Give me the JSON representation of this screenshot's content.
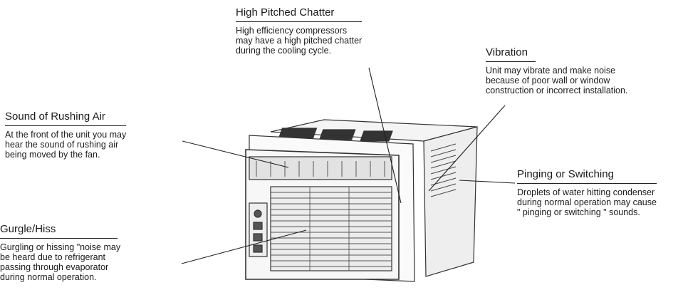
{
  "callouts": {
    "chatter": {
      "heading": "High Pitched Chatter",
      "description": "High efficiency compressors\nmay have a high pitched chatter\nduring the cooling cycle."
    },
    "vibration": {
      "heading": "Vibration",
      "description": "Unit may vibrate and make noise\nbecause of poor wall or window\nconstruction or incorrect installation."
    },
    "rushing_air": {
      "heading": "Sound of Rushing Air",
      "description": "At the front of the unit you may\nhear the sound of rushing air\nbeing moved by the fan."
    },
    "pinging": {
      "heading": "Pinging or Switching",
      "description": "Droplets of water hitting condenser\nduring normal operation may cause\n\" pinging or switching \" sounds."
    },
    "gurgle": {
      "heading": "Gurgle/Hiss",
      "description": "Gurgling or hissing \"noise may\nbe heard due to refrigerant\npassing through evaporator\nduring normal operation."
    }
  }
}
